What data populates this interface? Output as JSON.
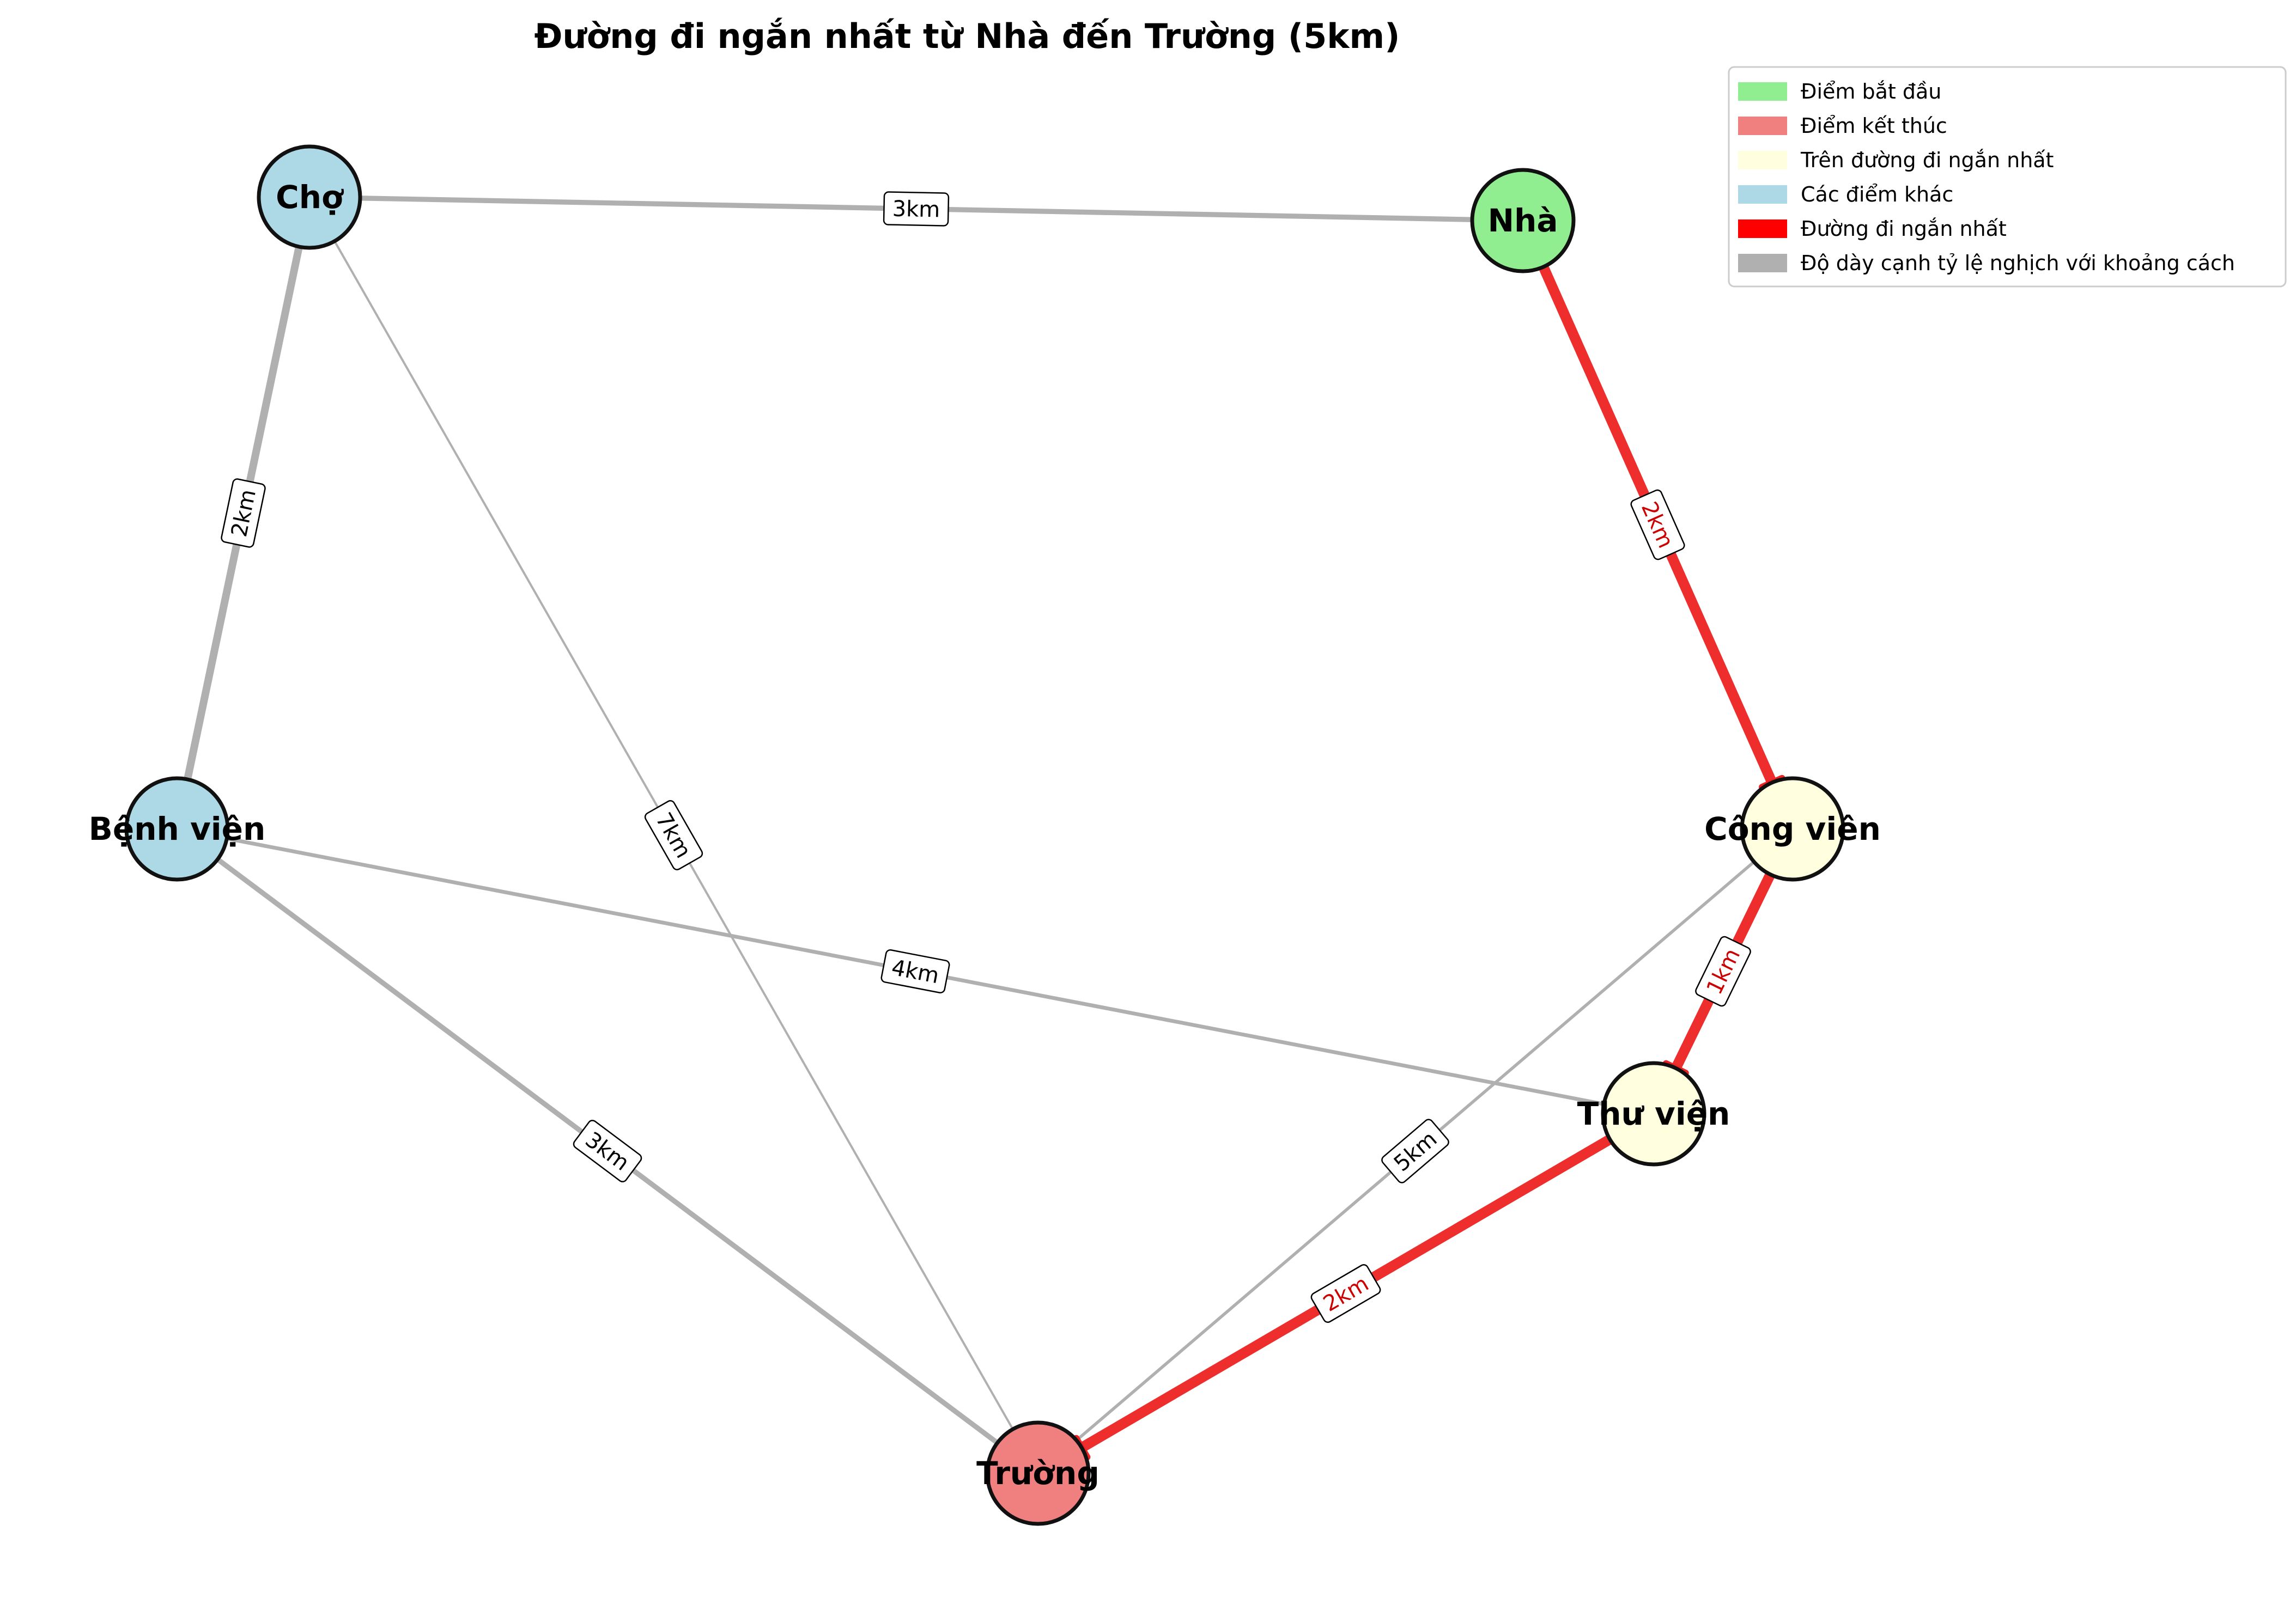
{
  "title": "Đường đi ngắn nhất từ Nhà đến Trường (5km)",
  "colors": {
    "start": "#90EE90",
    "end": "#F08080",
    "on_path": "#FFFFE0",
    "other": "#ADD8E6",
    "path_edge": "#EE2222",
    "edge": "#B0B0B0"
  },
  "nodes": [
    {
      "id": "nha",
      "label": "Nhà",
      "role": "start"
    },
    {
      "id": "cho",
      "label": "Chợ",
      "role": "other"
    },
    {
      "id": "benhvien",
      "label": "Bệnh viện",
      "role": "other"
    },
    {
      "id": "congvien",
      "label": "Công viên",
      "role": "on_path"
    },
    {
      "id": "thuvien",
      "label": "Thư viện",
      "role": "on_path"
    },
    {
      "id": "truong",
      "label": "Trường",
      "role": "end"
    }
  ],
  "edges": [
    {
      "from": "cho",
      "to": "nha",
      "label": "3km",
      "km": 3,
      "on_path": false
    },
    {
      "from": "cho",
      "to": "benhvien",
      "label": "2km",
      "km": 2,
      "on_path": false
    },
    {
      "from": "cho",
      "to": "truong",
      "label": "7km",
      "km": 7,
      "on_path": false
    },
    {
      "from": "benhvien",
      "to": "thuvien",
      "label": "4km",
      "km": 4,
      "on_path": false
    },
    {
      "from": "benhvien",
      "to": "truong",
      "label": "3km",
      "km": 3,
      "on_path": false
    },
    {
      "from": "congvien",
      "to": "truong",
      "label": "5km",
      "km": 5,
      "on_path": false
    },
    {
      "from": "nha",
      "to": "congvien",
      "label": "2km",
      "km": 2,
      "on_path": true
    },
    {
      "from": "congvien",
      "to": "thuvien",
      "label": "1km",
      "km": 1,
      "on_path": true
    },
    {
      "from": "thuvien",
      "to": "truong",
      "label": "2km",
      "km": 2,
      "on_path": true
    }
  ],
  "legend": [
    {
      "label": "Điểm bắt đầu",
      "color": "#90EE90"
    },
    {
      "label": "Điểm kết thúc",
      "color": "#F08080"
    },
    {
      "label": "Trên đường đi ngắn nhất",
      "color": "#FFFFE0"
    },
    {
      "label": "Các điểm khác",
      "color": "#ADD8E6"
    },
    {
      "label": "Đường đi ngắn nhất",
      "color": "#FF0000"
    },
    {
      "label": "Độ dày cạnh tỷ lệ nghịch với khoảng cách",
      "color": "#B0B0B0"
    }
  ]
}
